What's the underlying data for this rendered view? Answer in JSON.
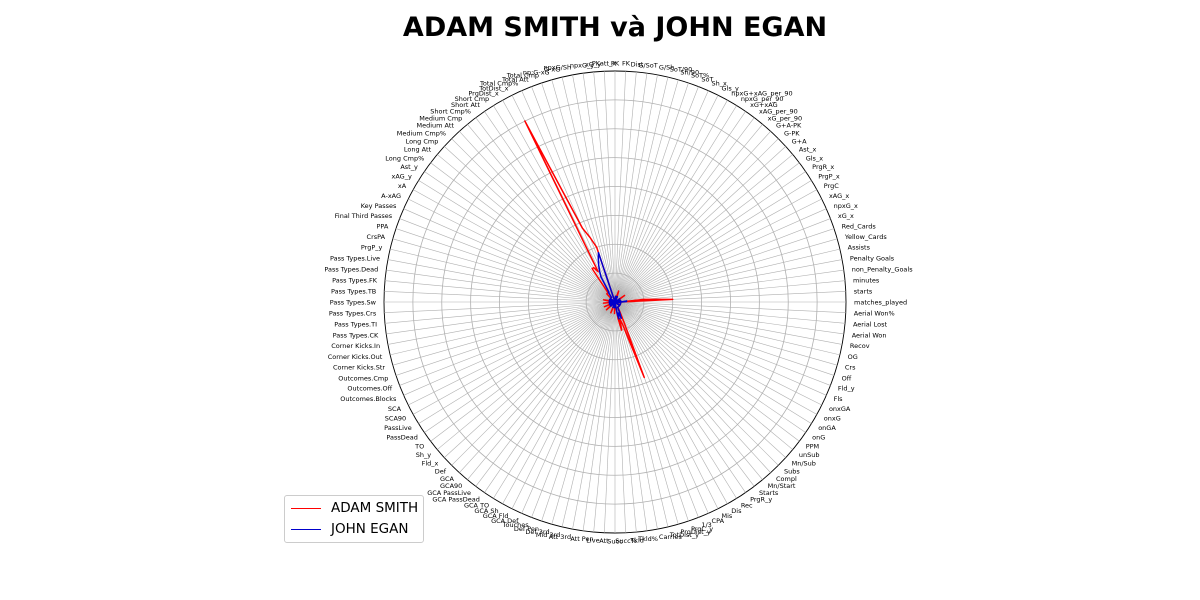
{
  "chart_data": {
    "type": "radar",
    "title": "ADAM SMITH và JOHN EGAN",
    "legend_position": "bottom-left",
    "grid": true,
    "rlim": [
      0,
      40
    ],
    "radial_ticks": [
      5,
      10,
      15,
      20,
      25,
      30,
      35,
      40
    ],
    "categories": [
      "matches_played",
      "starts",
      "minutes",
      "non_Penalty_Goals",
      "Penalty Goals",
      "Assists",
      "Yellow_Cards",
      "Red_Cards",
      "xG_x",
      "npxG_x",
      "xAG_x",
      "PrgC",
      "PrgP_x",
      "PrgR_x",
      "Gls_x",
      "Ast_x",
      "G+A",
      "G-PK",
      "G+A-PK",
      "xG_per_90",
      "xAG_per_90",
      "xG+xAG",
      "npxG_per_90",
      "npxG+xAG_per_90",
      "Gls_y",
      "Sh_x",
      "SoT",
      "SoT%",
      "Sh/90",
      "SoT/90",
      "G/Sh",
      "G/SoT",
      "Dist",
      "FK",
      "PK",
      "PKatt_x",
      "xG_y",
      "npxG_y",
      "npxG/Sh",
      "G-xG",
      "np:G-xG",
      "Total Cmp",
      "Total Att",
      "Total Cmp%",
      "TotDist_x",
      "PrgDist_x",
      "Short Cmp",
      "Short Att",
      "Short Cmp%",
      "Medium Cmp",
      "Medium Att",
      "Medium Cmp%",
      "Long Cmp",
      "Long Att",
      "Long Cmp%",
      "Ast_y",
      "xAG_y",
      "xA",
      "A-xAG",
      "Key Passes",
      "Final Third Passes",
      "PPA",
      "CrsPA",
      "PrgP_y",
      "Pass Types.Live",
      "Pass Types.Dead",
      "Pass Types.FK",
      "Pass Types.TB",
      "Pass Types.Sw",
      "Pass Types.Crs",
      "Pass Types.TI",
      "Pass Types.CK",
      "Corner Kicks.In",
      "Corner Kicks.Out",
      "Corner Kicks.Str",
      "Outcomes.Cmp",
      "Outcomes.Off",
      "Outcomes.Blocks",
      "SCA",
      "SCA90",
      "PassLive",
      "PassDead",
      "TO",
      "Sh_y",
      "Fld_x",
      "Def",
      "GCA",
      "GCA90",
      "GCA PassLive",
      "GCA PassDead",
      "GCA TO",
      "GCA Sh",
      "GCA Fld",
      "GCA Def",
      "Touches",
      "Def Pen",
      "Def 3rd",
      "Mid 3rd",
      "Att 3rd",
      "Att Pen",
      "Live",
      "Att",
      "Succ",
      "Succ%",
      "Tkld",
      "Tkld%",
      "Carries",
      "TotDist_y",
      "PrgDist_y",
      "PrgC_y",
      "1/3",
      "CPA",
      "Mis",
      "Dis",
      "Rec",
      "PrgR_y",
      "Starts",
      "Mn/Start",
      "Compl",
      "Subs",
      "Mn/Sub",
      "unSub",
      "PPM",
      "onG",
      "onGA",
      "onxG",
      "onxGA",
      "Fls",
      "Fld_y",
      "Off",
      "Crs",
      "OG",
      "Recov",
      "Aerial Won",
      "Aerial Lost",
      "Aerial Won%"
    ],
    "series": [
      {
        "name": "ADAM SMITH",
        "color": "#ff0000",
        "values": [
          1,
          1,
          1,
          0,
          0,
          0,
          1,
          0,
          0,
          0,
          0,
          0,
          1,
          2,
          0,
          0,
          0,
          0,
          0,
          0,
          0,
          0,
          0,
          0,
          0,
          1,
          1,
          2,
          1,
          1,
          0,
          0,
          1,
          0,
          0,
          0,
          0,
          0,
          0,
          0,
          0,
          10,
          12,
          14,
          35,
          6,
          7,
          7,
          2,
          2,
          2,
          2,
          1,
          1,
          1,
          0,
          0,
          0,
          0,
          1,
          1,
          0,
          0,
          1,
          2,
          1,
          0,
          0,
          0,
          0,
          2,
          0,
          0,
          0,
          0,
          1,
          0,
          2,
          1,
          1,
          1,
          1,
          0,
          1,
          2,
          1,
          0,
          0,
          0,
          0,
          0,
          0,
          0,
          0,
          2,
          1,
          0,
          0,
          0,
          0,
          0,
          2,
          0,
          0,
          0,
          0,
          3,
          5,
          3,
          4,
          14,
          4,
          2,
          1,
          1,
          1,
          1,
          1,
          1,
          1,
          1,
          1,
          0,
          1,
          1,
          1,
          1,
          1,
          1,
          1,
          1,
          1,
          1,
          1,
          0,
          1,
          1,
          10,
          5
        ]
      },
      {
        "name": "JOHN EGAN",
        "color": "#0000cc",
        "values": [
          1,
          1,
          1,
          0,
          0,
          0,
          1,
          0,
          0,
          0,
          0,
          0,
          0,
          1,
          0,
          0,
          0,
          0,
          0,
          0,
          0,
          0,
          0,
          0,
          0,
          1,
          0,
          1,
          0,
          0,
          0,
          0,
          1,
          0,
          0,
          0,
          0,
          0,
          0,
          0,
          0,
          9,
          8,
          7,
          6,
          5,
          2,
          2,
          1,
          1,
          1,
          1,
          1,
          1,
          1,
          0,
          0,
          0,
          0,
          1,
          1,
          0,
          0,
          1,
          1,
          1,
          0,
          0,
          0,
          0,
          1,
          0,
          0,
          0,
          0,
          1,
          0,
          1,
          1,
          1,
          1,
          1,
          0,
          1,
          1,
          1,
          0,
          0,
          0,
          0,
          0,
          0,
          0,
          0,
          1,
          1,
          0,
          0,
          0,
          0,
          0,
          1,
          0,
          0,
          0,
          0,
          2,
          3,
          2,
          2,
          3,
          2,
          1,
          1,
          1,
          1,
          1,
          1,
          1,
          1,
          1,
          1,
          0,
          1,
          1,
          1,
          1,
          1,
          1,
          1,
          1,
          1,
          1,
          1,
          0,
          1,
          1,
          2,
          2
        ]
      }
    ]
  }
}
